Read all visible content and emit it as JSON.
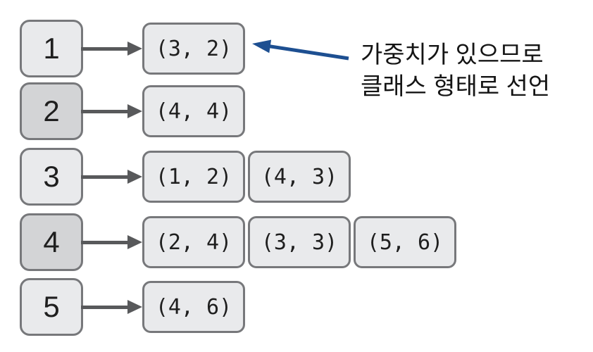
{
  "diagram": {
    "title": "weighted-adjacency-list",
    "rows": [
      {
        "node": "1",
        "emphasized": false,
        "tuples": [
          "(3, 2)"
        ]
      },
      {
        "node": "2",
        "emphasized": true,
        "tuples": [
          "(4, 4)"
        ]
      },
      {
        "node": "3",
        "emphasized": false,
        "tuples": [
          "(1, 2)",
          "(4, 3)"
        ]
      },
      {
        "node": "4",
        "emphasized": true,
        "tuples": [
          "(2, 4)",
          "(3, 3)",
          "(5, 6)"
        ]
      },
      {
        "node": "5",
        "emphasized": false,
        "tuples": [
          "(4, 6)"
        ]
      }
    ],
    "annotation": {
      "line1": "가중치가 있으므로",
      "line2": "클래스 형태로 선언"
    },
    "colors": {
      "box_light": "#e9eaec",
      "box_dark": "#d3d4d6",
      "box_border": "#77787b",
      "arrow_gray": "#58595b",
      "arrow_blue": "#1d4f91",
      "text": "#141414"
    }
  }
}
